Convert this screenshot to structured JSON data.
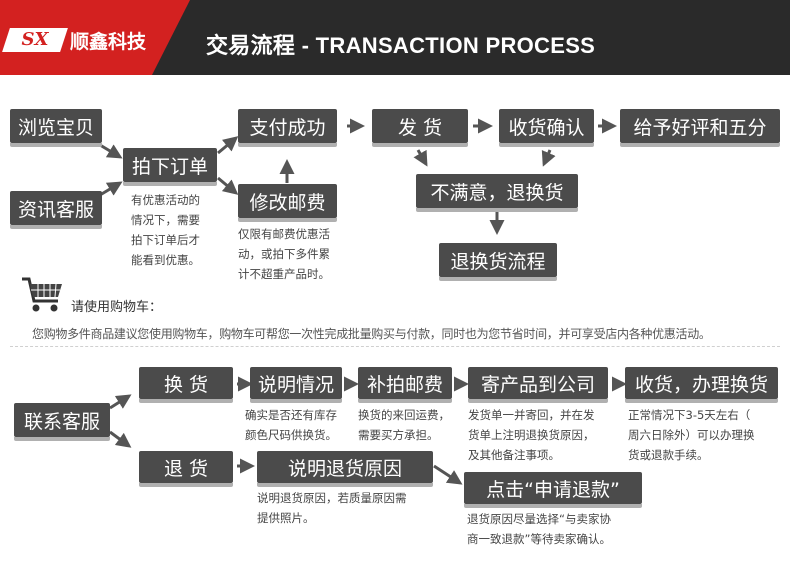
{
  "header": {
    "logo_mark": "SX",
    "company": "顺鑫科技",
    "title_cn": "交易流程",
    "title_sep": " - ",
    "title_en": "TRANSACTION PROCESS"
  },
  "flow1": {
    "browse": "浏览宝贝",
    "consult": "资讯客服",
    "order": "拍下订单",
    "pay_success": "支付成功",
    "modify_postage": "修改邮费",
    "ship": "发 货",
    "confirm_receipt": "收货确认",
    "review": "给予好评和五分",
    "unsatisfied": "不满意，退换货",
    "return_process": "退换货流程",
    "note_order": [
      "有优惠活动的",
      "情况下，需要",
      "拍下订单后才",
      "能看到优惠。"
    ],
    "note_postage": [
      "仅限有邮费优惠活",
      "动，或拍下多件累",
      "计不超重产品时。"
    ]
  },
  "cart": {
    "icon": "shopping-cart-icon",
    "label": "请使用购物车：",
    "text": "您购物多件商品建议您使用购物车，购物车可帮您一次性完成批量购买与付款，同时也为您节省时间，并可享受店内各种优惠活动。"
  },
  "flow2": {
    "contact": "联系客服",
    "exchange": "换 货",
    "return": "退 货",
    "explain": "说明情况",
    "postage": "补拍邮费",
    "send_back": "寄产品到公司",
    "receive": "收货，办理换货",
    "explain_return": "说明退货原因",
    "apply_refund": "点击“申请退款”",
    "note_explain": [
      "确实是否还有库存",
      "颜色尺码供换货。"
    ],
    "note_postage": [
      "换货的来回运费，",
      "需要买方承担。"
    ],
    "note_send": [
      "发货单一并寄回，并在发",
      "货单上注明退换货原因，",
      "及其他备注事项。"
    ],
    "note_receive": [
      "正常情况下3-5天左右（",
      "周六日除外）可以办理换",
      "货或退款手续。"
    ],
    "note_return": [
      "说明退货原因，若质量原因需",
      "提供照片。"
    ],
    "note_refund": [
      "退货原因尽量选择“与卖家协",
      "商一致退款”等待卖家确认。"
    ]
  },
  "colors": {
    "box": "#4b4b4b",
    "accent_red": "#d32120",
    "header_bg": "#2a2a2a"
  }
}
